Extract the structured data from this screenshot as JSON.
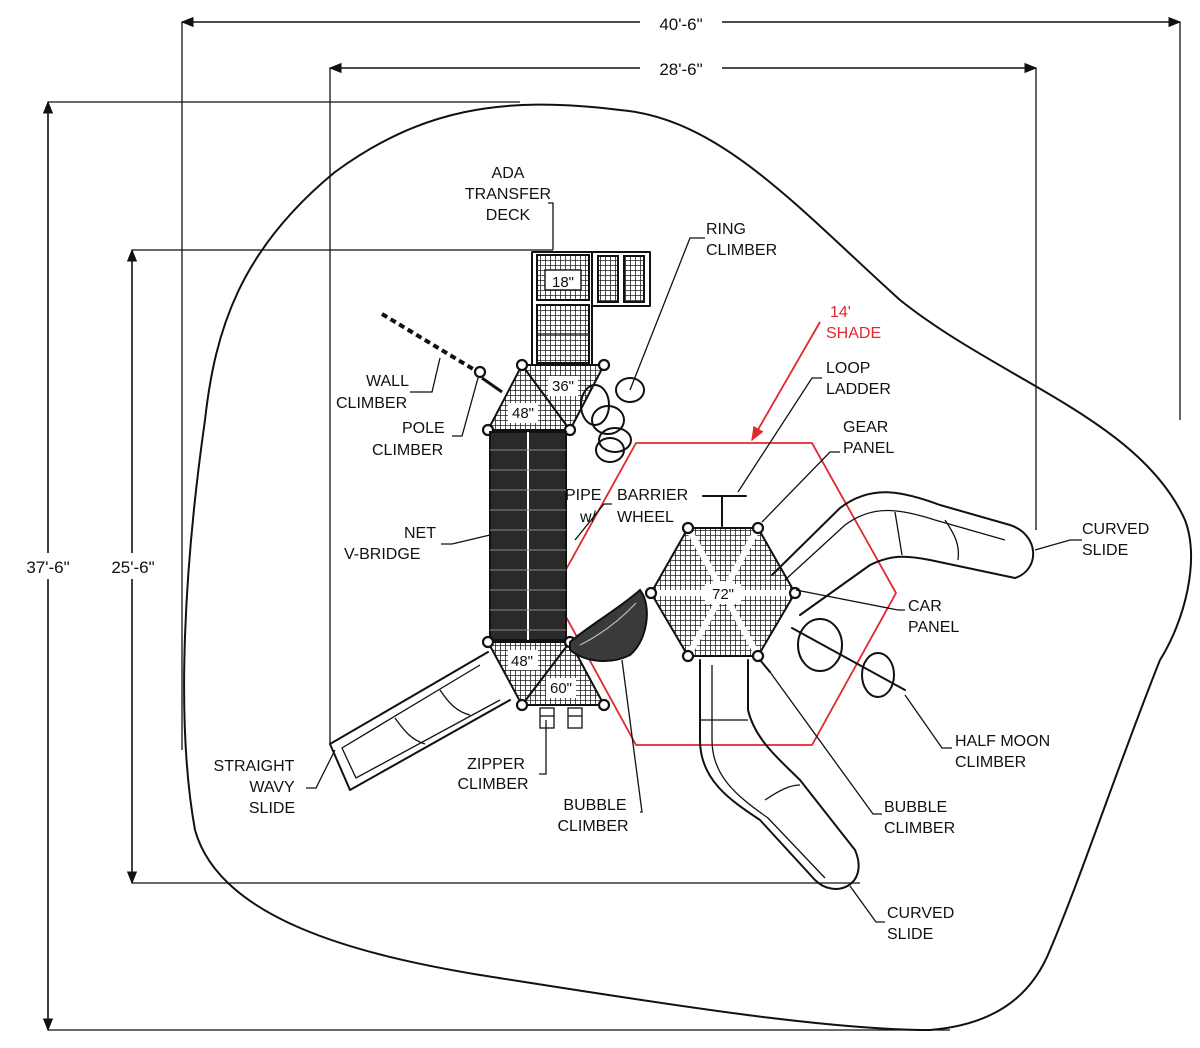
{
  "dimensions": {
    "overall_width": "40'-6\"",
    "inner_width": "28'-6\"",
    "overall_depth": "37'-6\"",
    "inner_depth": "25'-6\""
  },
  "decks": {
    "transfer": "18\"",
    "upper_left_small": "36\"",
    "upper_left_large": "48\"",
    "lower_left_top": "48\"",
    "lower_left_bottom": "60\"",
    "hex_main": "72\""
  },
  "shade": {
    "line1": "14'",
    "line2": "SHADE",
    "color": "#e0282e"
  },
  "labels": {
    "ada_transfer_deck": [
      "ADA",
      "TRANSFER",
      "DECK"
    ],
    "ring_climber": [
      "RING",
      "CLIMBER"
    ],
    "wall_climber": [
      "WALL",
      "CLIMBER"
    ],
    "pole_climber": [
      "POLE",
      "CLIMBER"
    ],
    "loop_ladder": [
      "LOOP",
      "LADDER"
    ],
    "gear_panel": [
      "GEAR",
      "PANEL"
    ],
    "net_v_bridge": [
      "NET",
      "V-BRIDGE"
    ],
    "pipe_barrier": [
      "PIPE",
      "BARRIER"
    ],
    "wheel": [
      "w/",
      "WHEEL"
    ],
    "curved_slide_right": [
      "CURVED",
      "SLIDE"
    ],
    "car_panel": [
      "CAR",
      "PANEL"
    ],
    "half_moon_climber": [
      "HALF  MOON",
      "CLIMBER"
    ],
    "straight_wavy_slide": [
      "STRAIGHT",
      "WAVY",
      "SLIDE"
    ],
    "zipper_climber": [
      "ZIPPER",
      "CLIMBER"
    ],
    "bubble_climber_left": [
      "BUBBLE",
      "CLIMBER"
    ],
    "bubble_climber_right": [
      "BUBBLE",
      "CLIMBER"
    ],
    "curved_slide_bottom": [
      "CURVED",
      "SLIDE"
    ]
  }
}
